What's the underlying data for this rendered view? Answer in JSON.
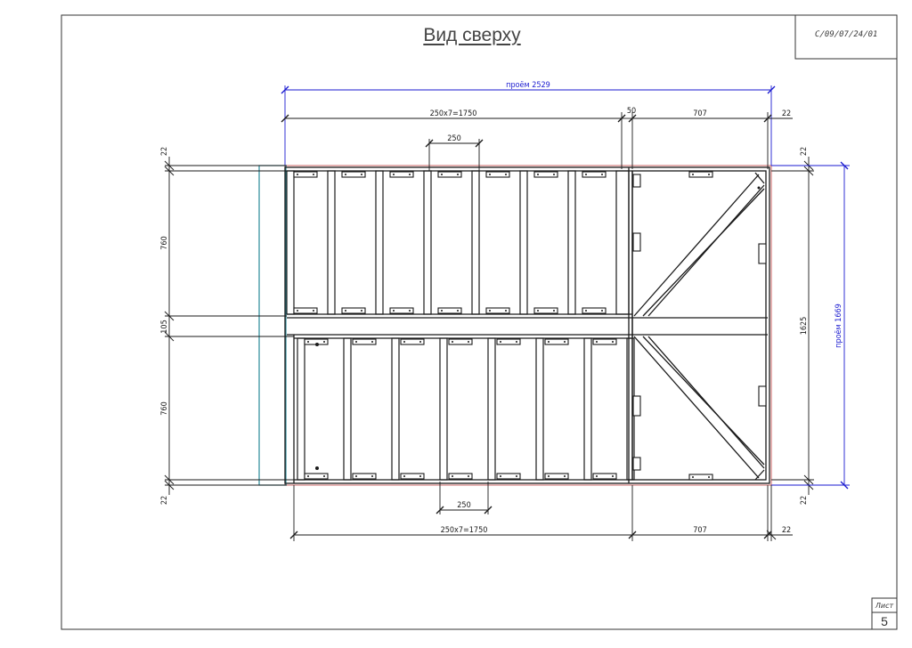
{
  "title": "Вид сверху",
  "drawing_code": "С/09/07/24/01",
  "sheet": {
    "label": "Лист",
    "number": "5"
  },
  "dimensions": {
    "opening_width": "проём 2529",
    "top_span": "250х7=1750",
    "top_gap": "50",
    "top_right": "707",
    "top_edge": "22",
    "top_step": "250",
    "left_edge_top": "22",
    "left_flight_upper": "760",
    "left_gap": "105",
    "left_flight_lower": "760",
    "left_edge_bottom": "22",
    "right_edge_top": "22",
    "right_total": "1625",
    "right_edge_bottom": "22",
    "opening_depth": "проём 1669",
    "bottom_step": "250",
    "bottom_span": "250х7=1750",
    "bottom_right": "707",
    "bottom_edge": "22"
  },
  "colors": {
    "line": "#1a1a1a",
    "dim_blue": "#1a1ad0",
    "accent_teal": "#2a8a9a",
    "accent_red": "#c04040"
  }
}
